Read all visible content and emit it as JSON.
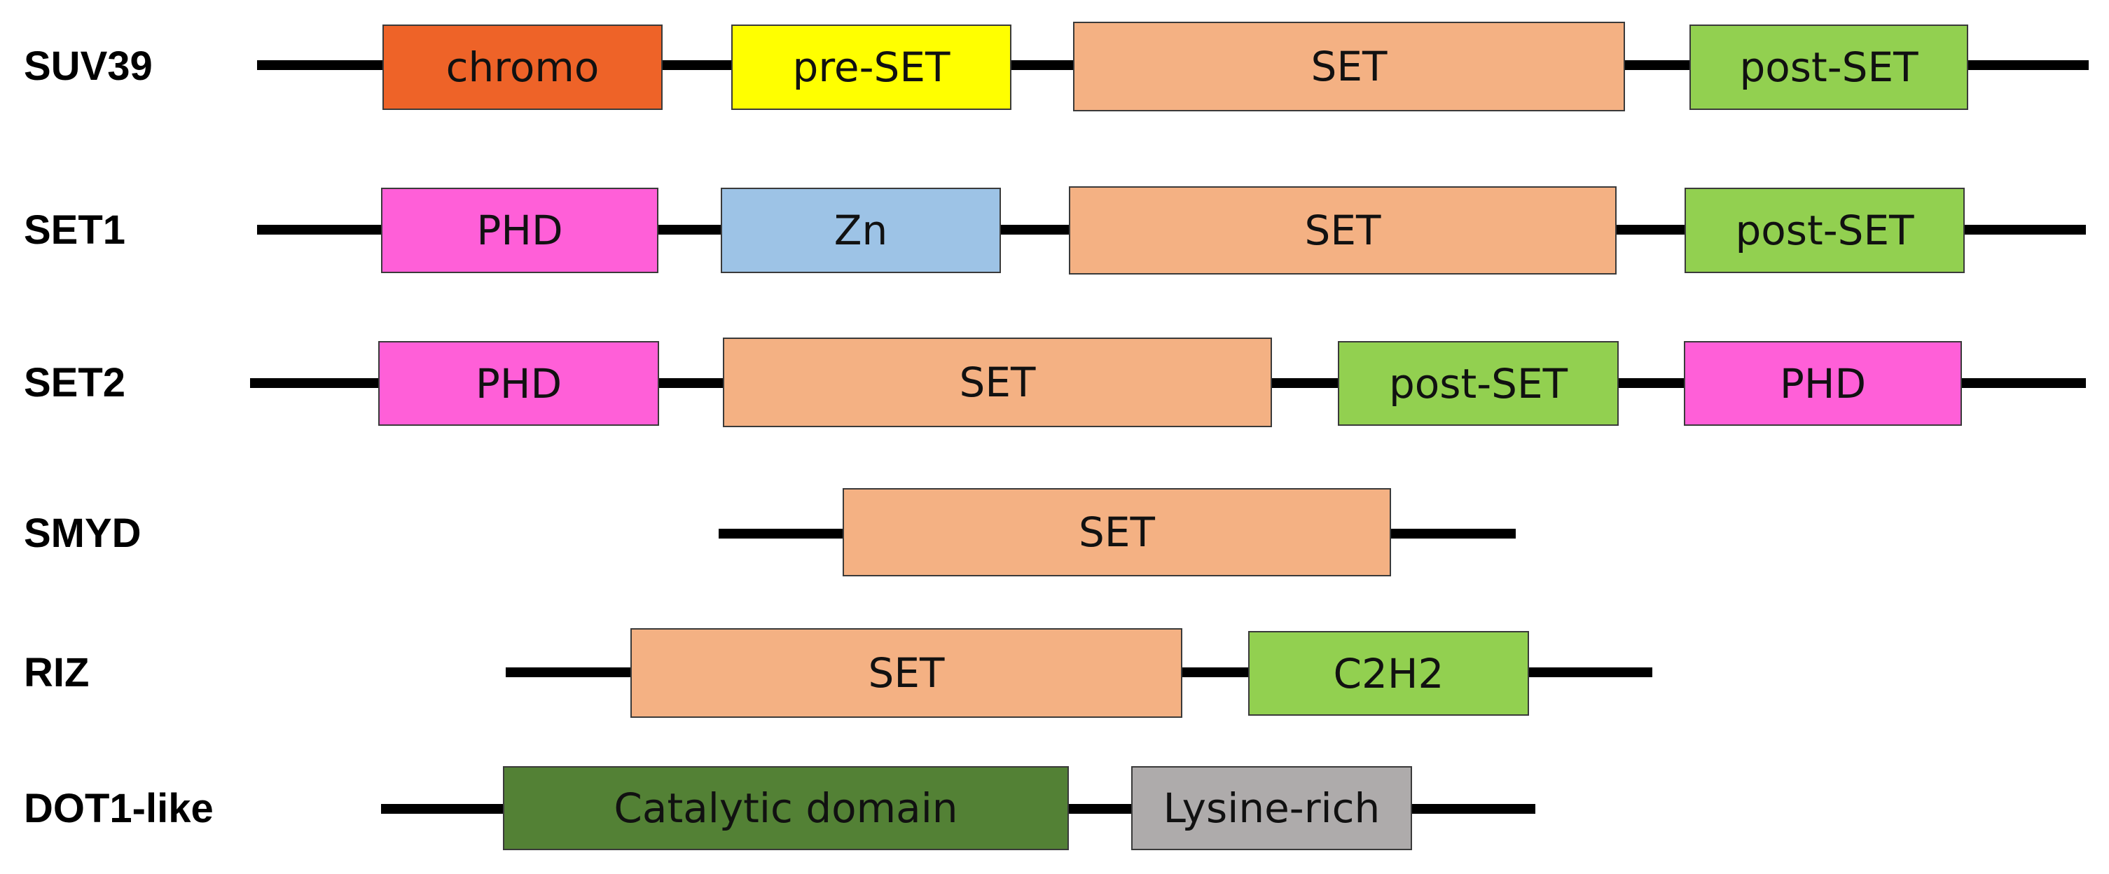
{
  "colors": {
    "chromo": "#EE6328",
    "pre_set": "#FFFF00",
    "set": "#F4B183",
    "post_set": "#92D050",
    "phd": "#FF5FD8",
    "zn": "#9DC3E6",
    "c2h2": "#92D050",
    "catalytic": "#538135",
    "lysine_rich": "#AEABAB",
    "backbone": "#000000"
  },
  "families": [
    {
      "name": "SUV39",
      "domains": [
        {
          "label": "chromo",
          "color": "#EE6328"
        },
        {
          "label": "pre-SET",
          "color": "#FFFF00"
        },
        {
          "label": "SET",
          "color": "#F4B183"
        },
        {
          "label": "post-SET",
          "color": "#92D050"
        }
      ]
    },
    {
      "name": "SET1",
      "domains": [
        {
          "label": "PHD",
          "color": "#FF5FD8"
        },
        {
          "label": "Zn",
          "color": "#9DC3E6"
        },
        {
          "label": "SET",
          "color": "#F4B183"
        },
        {
          "label": "post-SET",
          "color": "#92D050"
        }
      ]
    },
    {
      "name": "SET2",
      "domains": [
        {
          "label": "PHD",
          "color": "#FF5FD8"
        },
        {
          "label": "SET",
          "color": "#F4B183"
        },
        {
          "label": "post-SET",
          "color": "#92D050"
        },
        {
          "label": "PHD",
          "color": "#FF5FD8"
        }
      ]
    },
    {
      "name": "SMYD",
      "domains": [
        {
          "label": "SET",
          "color": "#F4B183"
        }
      ]
    },
    {
      "name": "RIZ",
      "domains": [
        {
          "label": "SET",
          "color": "#F4B183"
        },
        {
          "label": "C2H2",
          "color": "#92D050"
        }
      ]
    },
    {
      "name": "DOT1-like",
      "domains": [
        {
          "label": "Catalytic domain",
          "color": "#538135"
        },
        {
          "label": "Lysine-rich",
          "color": "#AEABAB"
        }
      ]
    }
  ]
}
